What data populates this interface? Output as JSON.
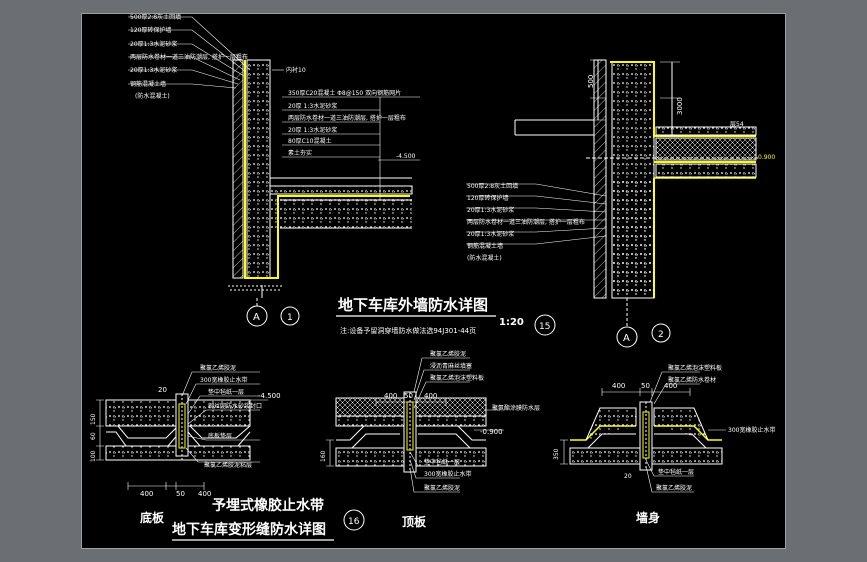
{
  "colors": {
    "paper": "#000000",
    "line": "#ffffff",
    "membrane": "#ffff00",
    "outside": "#6b6f73"
  },
  "top_left_detail": {
    "layers": [
      "500厚2:8灰土回填",
      "120厚砖保护墙",
      "20厚1:3水泥砂浆",
      "两层防水卷材一道三油防潮层, 搭护一层粗布",
      "20厚1:3水泥砂浆",
      "钢筋混凝土墙",
      "(防水混凝土)"
    ],
    "floor_layers": [
      "350厚C20混凝土  Φ8@150 双向钢筋网片",
      "20厚 1:3水泥砂浆",
      "两层防水卷材一道三油防潮层, 搭护一层粗布",
      "20厚 1:3水泥砂浆",
      "80厚C10混凝土",
      "素土夯实"
    ],
    "inner_note": "内衬10",
    "elevation": "-4.500",
    "axis": "A",
    "number": "1"
  },
  "top_right_detail": {
    "dims": [
      "500",
      "3000"
    ],
    "slab": "层54",
    "elevation": "0.900",
    "layers": [
      "500厚2:8灰土回填",
      "120厚砖保护墙",
      "20厚1:3水泥砂浆",
      "两层防水卷材一道三油防潮层, 搭护一层粗布",
      "20厚1:3水泥砂浆",
      "钢筋混凝土墙",
      "(防水混凝土)"
    ],
    "axis": "A",
    "number": "2"
  },
  "main_title": "地下车库外墙防水详图",
  "main_scale": "1:20",
  "main_note": "注:设备予留洞穿墙防水做法选94J301-44页",
  "main_number": "15",
  "bottom": {
    "floor": {
      "labels": [
        "聚氯乙烯胶泥",
        "300宽橡胶止水带",
        "垫中毡纸一层",
        "钢丝网防水砂浆封口",
        "底板垫层",
        "聚氯乙烯胶泥粘层"
      ],
      "elevation": "-4.500",
      "dims_top": [
        "20"
      ],
      "dims_side": [
        "100",
        "60",
        "150"
      ],
      "dims_bottom": [
        "400",
        "50",
        "400"
      ],
      "caption": "底板"
    },
    "roof": {
      "labels": [
        "聚氯乙烯胶泥",
        "浸沥青麻丝填塞",
        "聚氯乙烯泡沫塑料板",
        "聚氨酯涂膜防水层"
      ],
      "labels_lower": [
        "垫中毡纸一层",
        "300宽橡胶止水带",
        "聚氯乙烯胶泥"
      ],
      "elevation": "-0.900",
      "dims": [
        "400",
        "50",
        "400"
      ],
      "dim_side": "160",
      "caption": "顶板"
    },
    "wall": {
      "labels": [
        "聚氯乙烯泡沫塑料板",
        "聚氯乙烯防水卷材",
        "300宽橡胶止水带",
        "垫中毡纸一层",
        "聚氯乙烯胶泥"
      ],
      "dims": [
        "400",
        "50",
        "400"
      ],
      "dim_side": "350",
      "dim_bottom": "20",
      "caption": "墙身"
    },
    "title1": "予埋式橡胶止水带",
    "title2": "地下车库变形缝防水详图",
    "number": "16"
  }
}
